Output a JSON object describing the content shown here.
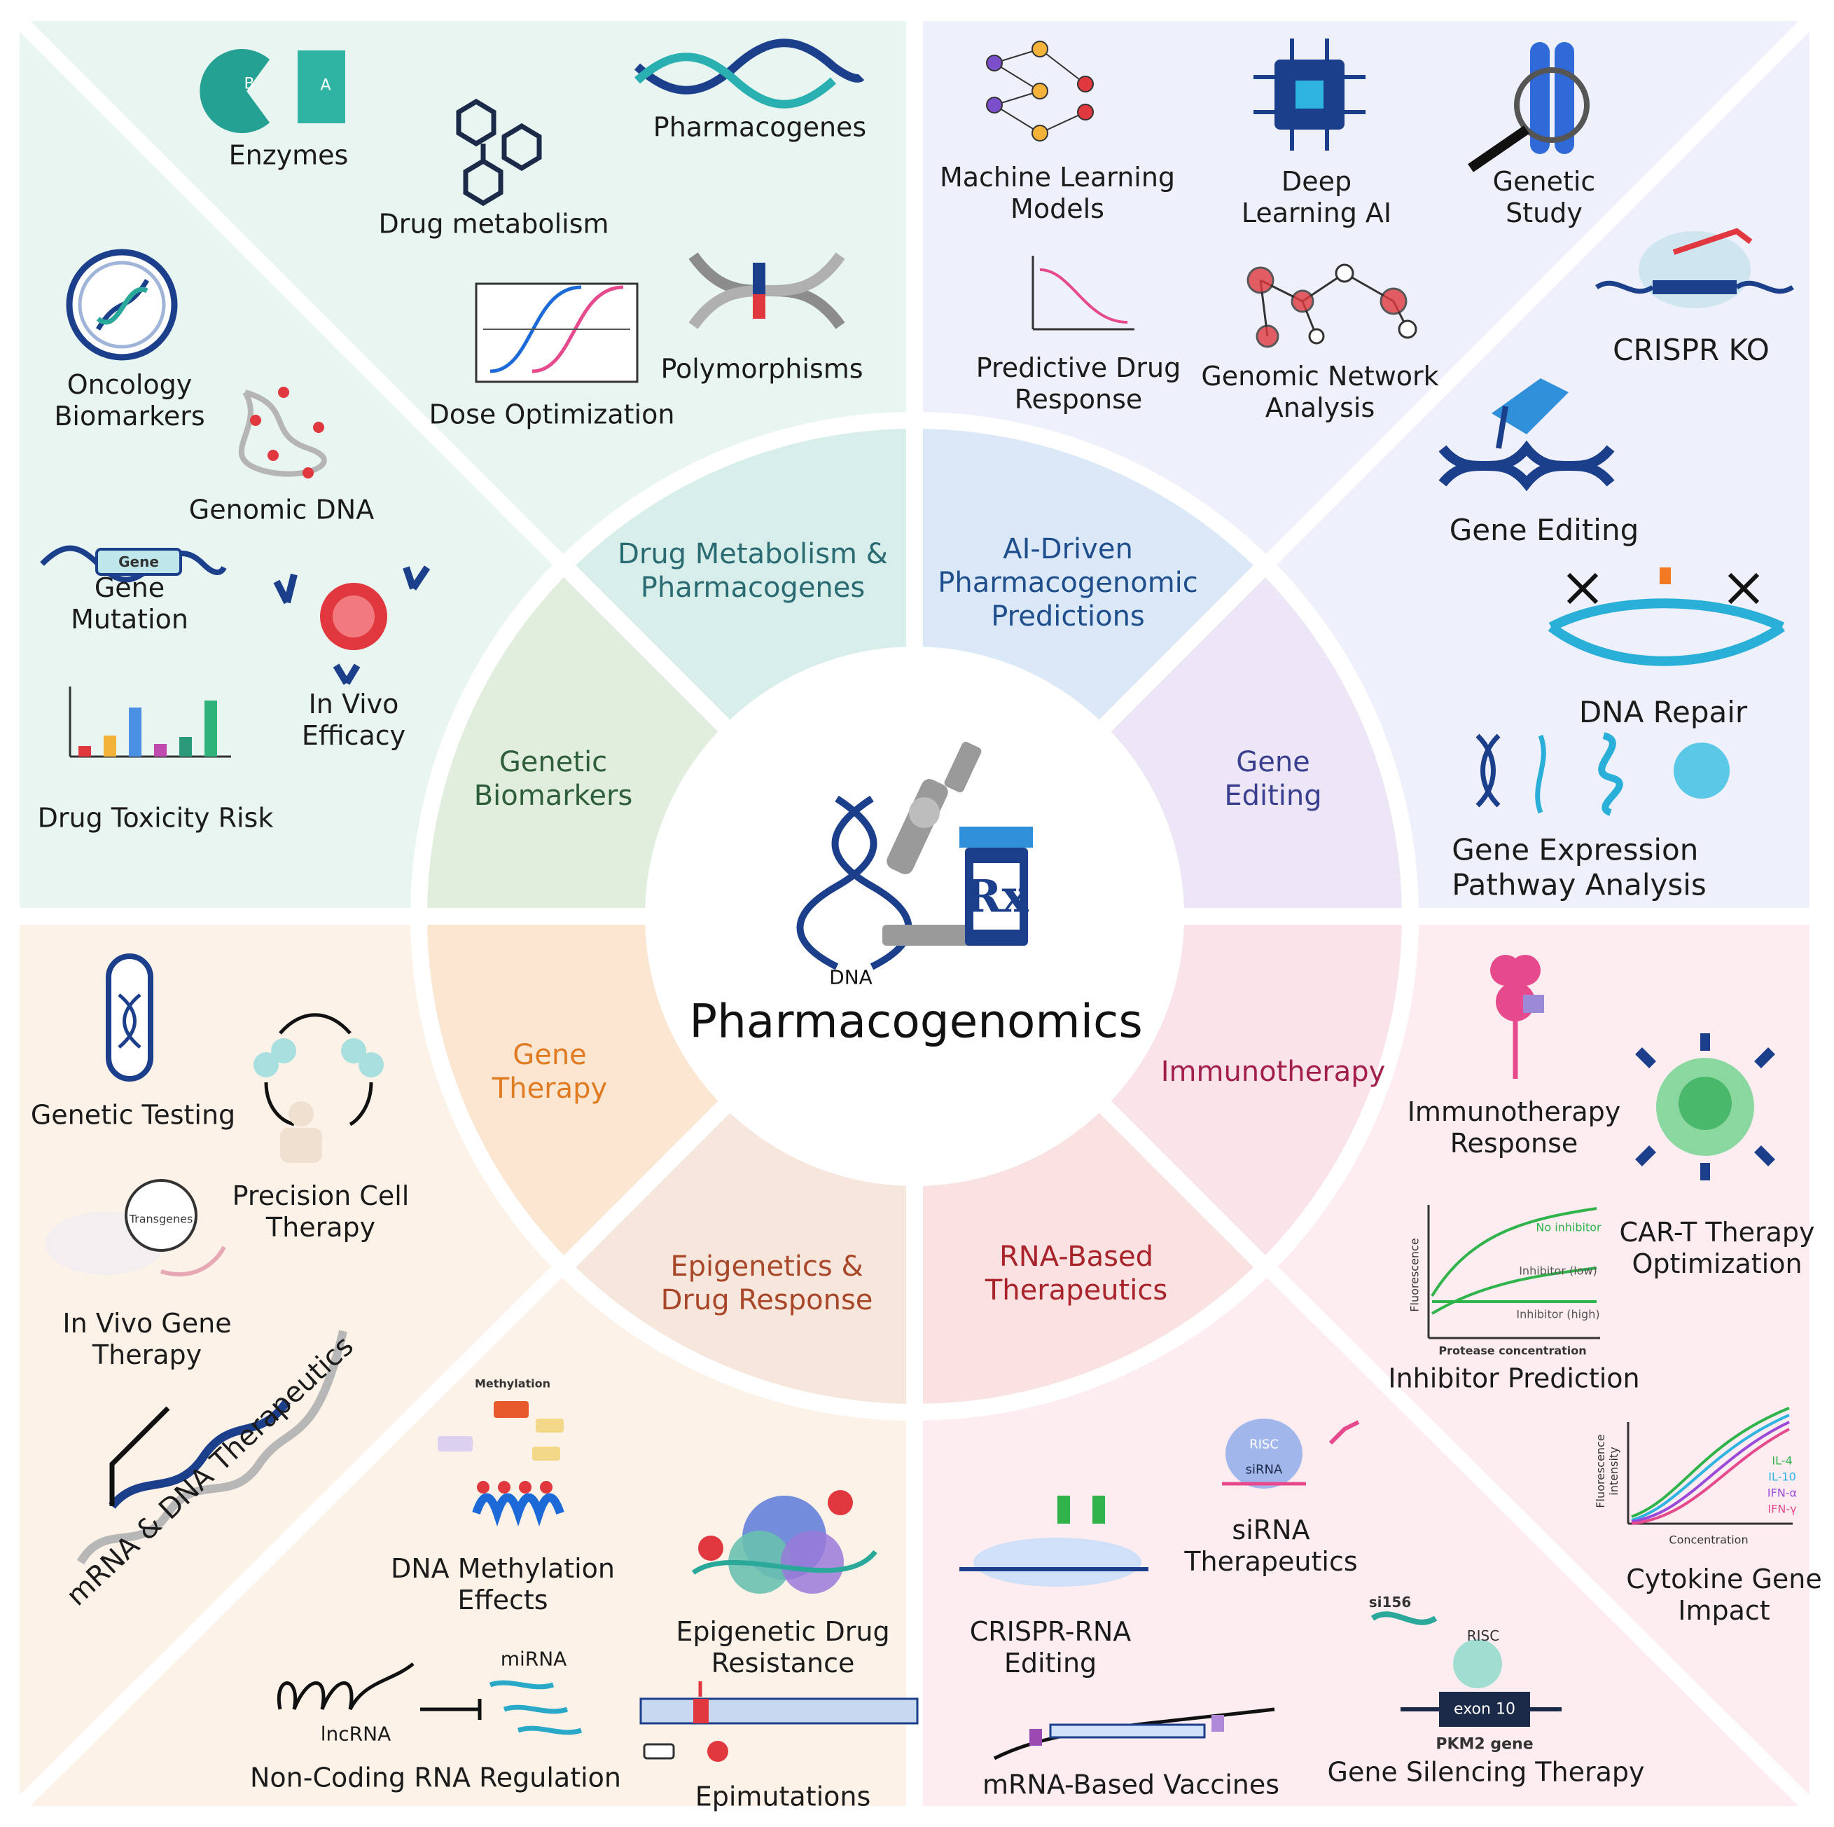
{
  "center": {
    "title": "Pharmacogenomics",
    "dna_caption": "DNA",
    "rx_mark": "Rx"
  },
  "segments": [
    {
      "id": "drug-metabolism",
      "label": "Drug Metabolism &\nPharmacogenes",
      "color": "#2a6b73"
    },
    {
      "id": "ai-driven",
      "label": "AI-Driven\nPharmacogenomic\nPredictions",
      "color": "#1f4e8c"
    },
    {
      "id": "gene-editing",
      "label": "Gene\nEditing",
      "color": "#3a3f8f"
    },
    {
      "id": "immunotherapy",
      "label": "Immunotherapy",
      "color": "#a11f4a"
    },
    {
      "id": "rna-based",
      "label": "RNA-Based\nTherapeutics",
      "color": "#a8232a"
    },
    {
      "id": "epigenetics",
      "label": "Epigenetics &\nDrug Response",
      "color": "#a8472a"
    },
    {
      "id": "gene-therapy",
      "label": "Gene\nTherapy",
      "color": "#e07b22"
    },
    {
      "id": "genetic-biomarkers",
      "label": "Genetic\nBiomarkers",
      "color": "#2e5e3a"
    }
  ],
  "quadrants": {
    "top_left": {
      "bg": "#e9f6f2",
      "items": [
        "Enzymes",
        "Drug metabolism",
        "Pharmacogenes",
        "Oncology\nBiomarkers",
        "Dose Optimization",
        "Polymorphisms",
        "Genomic DNA",
        "Gene\nMutation",
        "In Vivo\nEfficacy",
        "Drug Toxicity Risk"
      ],
      "gene_tag": "Gene",
      "enzyme_letters": [
        "B",
        "A"
      ]
    },
    "top_right": {
      "bg": "#eef2fb",
      "items": [
        "Machine Learning\nModels",
        "Deep\nLearning AI",
        "Genetic\nStudy",
        "Predictive Drug\nResponse",
        "Genomic Network\nAnalysis",
        "CRISPR KO",
        "Gene Editing",
        "DNA Repair",
        "Gene Expression\nPathway Analysis"
      ]
    },
    "bottom_left": {
      "bg": "#fdf3ea",
      "items": [
        "Genetic Testing",
        "Precision Cell\nTherapy",
        "In Vivo Gene\nTherapy",
        "mRNA & DNA Therapeutics",
        "DNA Methylation\nEffects",
        "Epigenetic Drug\nResistance",
        "miRNA",
        "lncRNA",
        "Non-Coding RNA Regulation",
        "Epimutations"
      ],
      "transgenes_tag": "Transgenes",
      "methylation_tag": "Methylation"
    },
    "bottom_right": {
      "bg": "#fdeef0",
      "items": [
        "Immunotherapy\nResponse",
        "CAR-T Therapy\nOptimization",
        "Inhibitor Prediction",
        "Cytokine Gene\nImpact",
        "siRNA\nTherapeutics",
        "CRISPR-RNA\nEditing",
        "mRNA-Based Vaccines",
        "Gene Silencing Therapy"
      ],
      "inhibitor_legend": [
        "No inhibitor",
        "Inhibitor (low)",
        "Inhibitor (high)"
      ],
      "inhibitor_axes": {
        "x": "Protease concentration",
        "y": "Fluorescence"
      },
      "cytokine_legend": [
        "IL-4",
        "IL-10",
        "IFN-α",
        "IFN-γ"
      ],
      "cytokine_axes": {
        "x": "Concentration",
        "y": "Fluorescence\nintensity"
      },
      "silencing_tags": {
        "sirna": "si156",
        "risc": "RISC",
        "exon": "exon 10",
        "gene": "PKM2 gene"
      },
      "risc_tag": "RISC",
      "sirna_tag": "siRNA"
    }
  },
  "colors": {
    "teal": "#2aa89a",
    "navy": "#1c3f8c",
    "red": "#e0383e",
    "pink": "#e64a8c",
    "green": "#44b85a"
  }
}
